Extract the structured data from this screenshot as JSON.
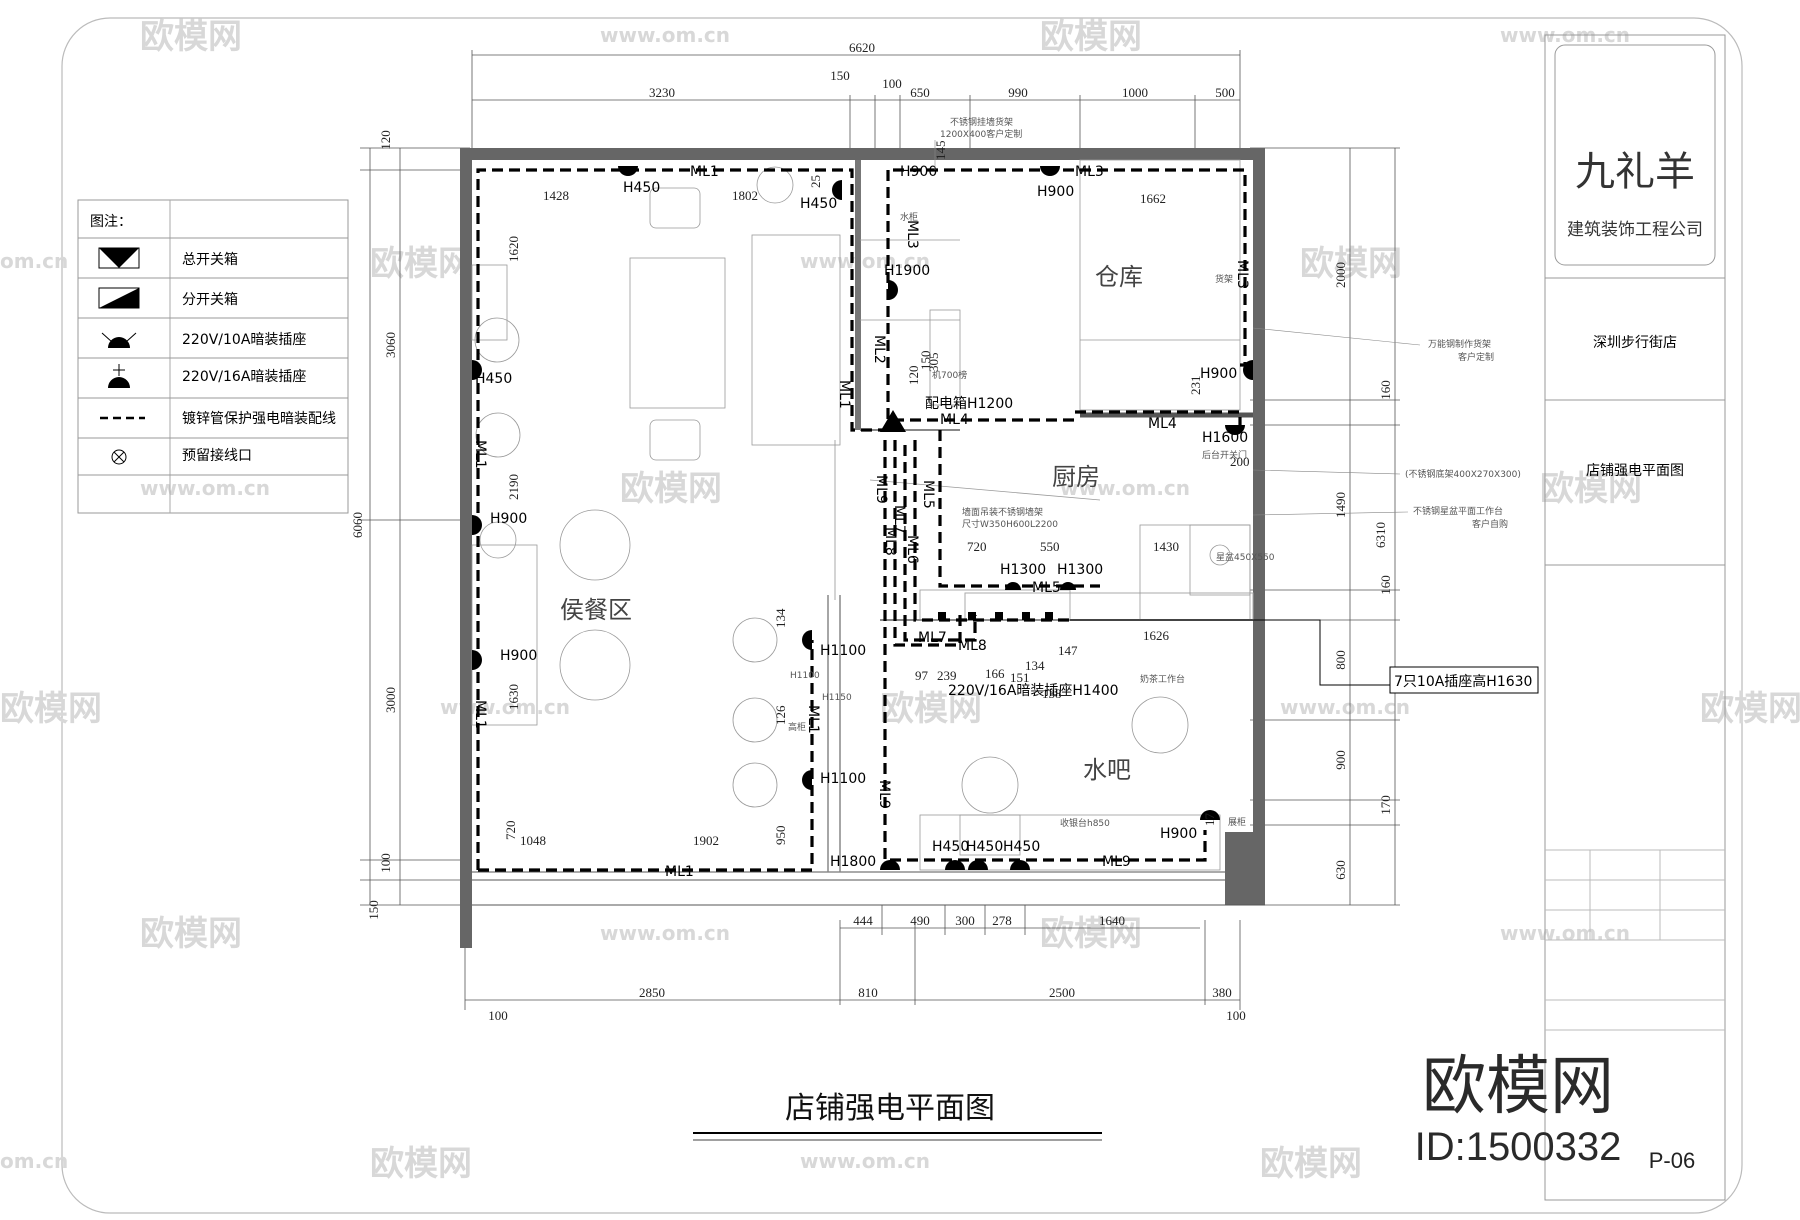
{
  "watermarks": {
    "brand": "欧模网",
    "url": "www.om.cn",
    "url_short": "om.cn",
    "big_brand": "欧模网",
    "id": "ID:1500332"
  },
  "title_block": {
    "company_name": "九礼羊",
    "company_sub": "建筑装饰工程公司",
    "project": "深圳步行街店",
    "drawing_name": "店铺强电平面图",
    "sheet_no": "P-06"
  },
  "drawing_title": "店铺强电平面图",
  "legend": {
    "header": "图注：",
    "items": [
      {
        "icon": "main-switchbox-icon",
        "label": "总开关箱"
      },
      {
        "icon": "sub-switchbox-icon",
        "label": "分开关箱"
      },
      {
        "icon": "socket-10a-icon",
        "label": "220V/10A暗装插座"
      },
      {
        "icon": "socket-16a-icon",
        "label": "220V/16A暗装插座"
      },
      {
        "icon": "dashed-wire-icon",
        "label": "镀锌管保护强电暗装配线"
      },
      {
        "icon": "junction-icon",
        "label": "预留接线口"
      }
    ]
  },
  "rooms": {
    "waiting": "侯餐区",
    "storage": "仓库",
    "kitchen": "厨房",
    "bar": "水吧"
  },
  "top_dims": {
    "total": "6620",
    "left": "3230",
    "d150": "150",
    "d100": "100",
    "d650": "650",
    "d990": "990",
    "d1000": "1000",
    "d500": "500"
  },
  "bottom_dims": {
    "d2850": "2850",
    "d810": "810",
    "d2500": "2500",
    "d380": "380",
    "d100a": "100",
    "d100b": "100",
    "d444": "444",
    "d490": "490",
    "d300": "300",
    "d278": "278",
    "d1640": "1640"
  },
  "left_dims": {
    "total": "6060",
    "d120": "120",
    "d3060": "3060",
    "d3000": "3000",
    "d100": "100",
    "d150": "150"
  },
  "right_dims": {
    "total": "6310",
    "d2000": "2000",
    "d160a": "160",
    "d1490": "1490",
    "d160b": "160",
    "d800": "800",
    "d900": "900",
    "d170": "170",
    "d630": "630"
  },
  "inner_dims": {
    "d1428": "1428",
    "d1802": "1802",
    "d1620": "1620",
    "d2190": "2190",
    "d1630": "1630",
    "d720a": "720",
    "d1048": "1048",
    "d1902": "1902",
    "d950": "950",
    "d134": "134",
    "d126": "126",
    "d1662": "1662",
    "d720b": "720",
    "d550": "550",
    "d1430": "1430",
    "d231": "231",
    "d200": "200",
    "d1626": "1626",
    "d97": "97",
    "d239": "239",
    "d166": "166",
    "d134b": "134",
    "d138": "138",
    "d147": "147",
    "d151": "151",
    "d145": "145",
    "d25": "25",
    "d150v": "150",
    "d305": "305",
    "d120v": "120",
    "d17": "17"
  },
  "socket_labels": {
    "h450a": "H450",
    "h450b": "H450",
    "h450c": "H450",
    "h900a": "H900",
    "h900b": "H900",
    "h900c": "H900",
    "h900d": "H900",
    "h900e": "H900",
    "h1900": "H1900",
    "h1100a": "H1100",
    "h1100b": "H1100",
    "h1600": "H1600",
    "h1300a": "H1300",
    "h1300b": "H1300",
    "h1800": "H1800",
    "h450d": "H450",
    "h450e": "H450",
    "h450f": "H450"
  },
  "circuits": {
    "ml1a": "ML1",
    "ml1b": "ML1",
    "ml1c": "ML1",
    "ml1d": "ML1",
    "ml1e": "ML1",
    "ml1f": "ML1",
    "ml1g": "ML1",
    "ml2": "ML2",
    "ml3a": "ML3",
    "ml3b": "ML3",
    "ml3c": "ML3",
    "ml4a": "ML4",
    "ml4b": "ML4",
    "ml5a": "ML5",
    "ml5b": "ML5",
    "ml6": "ML6",
    "ml7a": "ML7",
    "ml7b": "ML7",
    "ml8a": "ML8",
    "ml8b": "ML8",
    "ml9a": "ML9",
    "ml9b": "ML9",
    "ml9c": "ML9"
  },
  "annotations": {
    "panel": "配电箱H1200",
    "rack1": "不锈钢挂墙货架",
    "rack1b": "1200X400客户定制",
    "rack2": "万能钢制作货架",
    "rack2b": "客户定制",
    "shelf": "货架",
    "machine": "机700榜",
    "back_door": "后台开关门",
    "wall_rack": "墙面吊装不锈钢墙架",
    "wall_rack_b": "尺寸W350H600L2200",
    "steel1": "(不锈钢底架400X270X300)",
    "steel2": "不锈钢星盆平面工作台",
    "steel2b": "客户自购",
    "sink": "星盆450X550",
    "socket_16a": "220V/16A暗装插座H1400",
    "socket_7": "7只10A插座高H1630",
    "tea": "奶茶工作台",
    "cashier": "收银台h850",
    "cabinet": "展柜",
    "back_seat": "后台",
    "table": "水柜",
    "h1100_small": "H1100",
    "h1150_small": "H1150",
    "high_label": "高柜"
  }
}
